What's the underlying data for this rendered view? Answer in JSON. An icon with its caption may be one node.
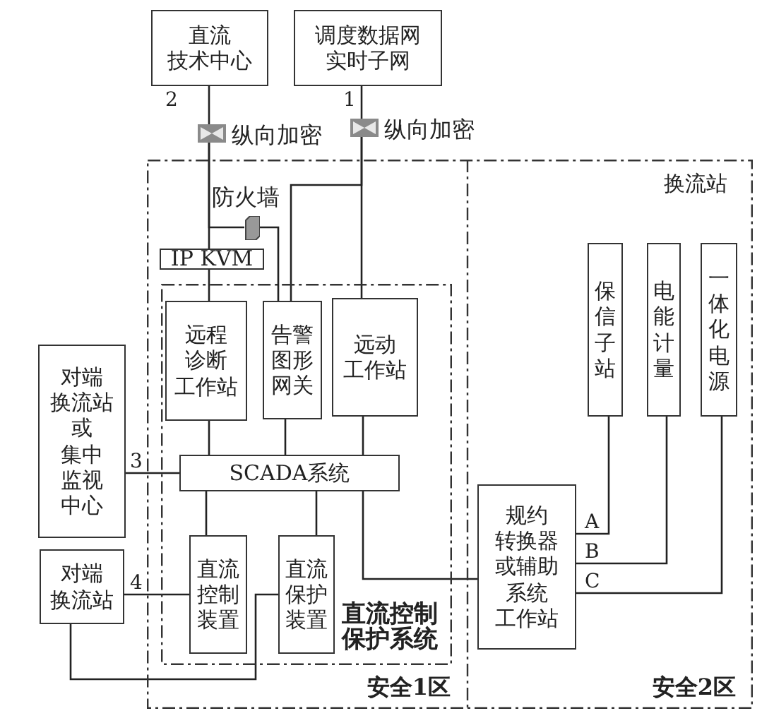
{
  "diagram": {
    "nodes": [
      {
        "text": [
          "直流技术中心"
        ]
      },
      {
        "text": [
          "调度数据网实时子网"
        ]
      },
      {
        "text": [],
        "shape": "box",
        "beside": [
          "纵向加密"
        ]
      },
      {
        "text": [],
        "shape": "box",
        "beside": [
          "纵向加密"
        ]
      },
      {
        "text": [
          "换流站"
        ]
      },
      {
        "text": [
          "安全1区"
        ],
        "in": 4
      },
      {
        "text": [
          "安全2区"
        ],
        "in": 4
      },
      {
        "text": [],
        "shape": "box",
        "beside": [
          "防火墙"
        ],
        "in": 5
      },
      {
        "text": [
          "IP KVM"
        ],
        "in": 5
      },
      {
        "text": [
          "直流控制保护系统"
        ],
        "in": 5
      },
      {
        "text": [
          "远程诊断工作站"
        ],
        "in": 9
      },
      {
        "text": [
          "告警图形网关"
        ],
        "in": 9
      },
      {
        "text": [
          "远动工作站"
        ],
        "in": 9
      },
      {
        "text": [
          "SCADA系统"
        ],
        "in": 9
      },
      {
        "text": [
          "直流控制装置"
        ],
        "in": 9
      },
      {
        "text": [
          "直流保护装置"
        ],
        "in": 9
      },
      {
        "text": [
          "对端换流站或集中监视中心"
        ]
      },
      {
        "text": [
          "对端换流站"
        ]
      },
      {
        "text": [
          "规约转换器或辅助系统工作站"
        ],
        "in": 6
      },
      {
        "text": [
          "保信子站"
        ],
        "in": 6
      },
      {
        "text": [
          "电能计量"
        ],
        "in": 6
      },
      {
        "text": [
          "一体化电源"
        ],
        "in": 6
      }
    ],
    "edges": [
      {
        "from": 0,
        "to": 2,
        "arrow": "none",
        "label": "2"
      },
      {
        "from": 1,
        "to": 3,
        "arrow": "none",
        "label": "1"
      },
      {
        "from": 2,
        "to": 8,
        "arrow": "none"
      },
      {
        "from": 2,
        "to": 7,
        "arrow": "none"
      },
      {
        "from": 7,
        "to": 11,
        "arrow": "none"
      },
      {
        "from": 3,
        "to": 12,
        "arrow": "none"
      },
      {
        "from": 3,
        "to": 11,
        "arrow": "none"
      },
      {
        "from": 8,
        "to": 10,
        "arrow": "none"
      },
      {
        "from": 10,
        "to": 13,
        "arrow": "none"
      },
      {
        "from": 11,
        "to": 13,
        "arrow": "none"
      },
      {
        "from": 12,
        "to": 13,
        "arrow": "none"
      },
      {
        "from": 13,
        "to": 14,
        "arrow": "none"
      },
      {
        "from": 13,
        "to": 15,
        "arrow": "none"
      },
      {
        "from": 13,
        "to": 18,
        "arrow": "none"
      },
      {
        "from": 16,
        "to": 13,
        "arrow": "none",
        "label": "3"
      },
      {
        "from": 17,
        "to": 14,
        "arrow": "none",
        "label": "4"
      },
      {
        "from": 17,
        "to": 15,
        "arrow": "none"
      },
      {
        "from": 18,
        "to": 19,
        "arrow": "none",
        "label": "A"
      },
      {
        "from": 18,
        "to": 20,
        "arrow": "none",
        "label": "B"
      },
      {
        "from": 18,
        "to": 21,
        "arrow": "none",
        "label": "C"
      }
    ]
  }
}
